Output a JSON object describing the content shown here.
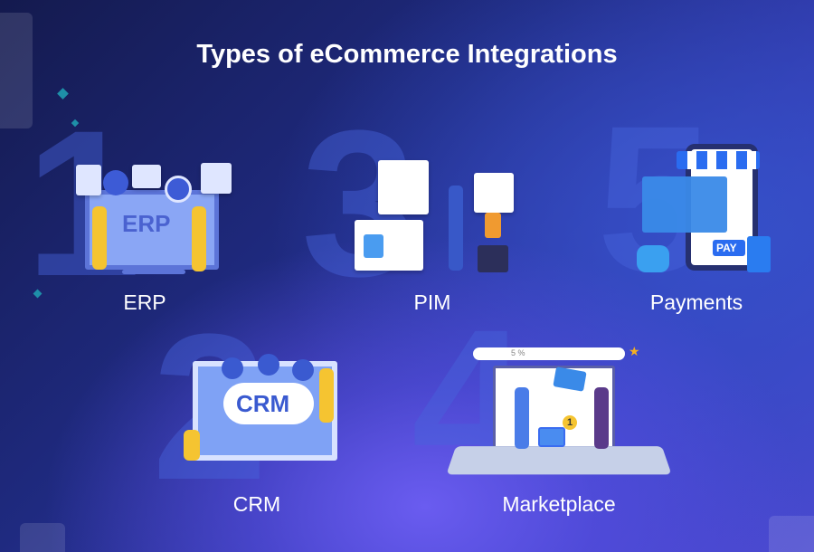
{
  "title": "Types of eCommerce Integrations",
  "items": [
    {
      "number": "1",
      "label": "ERP",
      "screen_text": "ERP"
    },
    {
      "number": "3",
      "label": "PIM"
    },
    {
      "number": "5",
      "label": "Payments",
      "button_text": "PAY"
    },
    {
      "number": "2",
      "label": "CRM",
      "screen_text": "CRM"
    },
    {
      "number": "4",
      "label": "Marketplace",
      "badge": "1",
      "search_text": "5 %"
    }
  ],
  "colors": {
    "accent": "#4a6cf0",
    "yellow": "#f5c431",
    "orange": "#f0a030"
  }
}
